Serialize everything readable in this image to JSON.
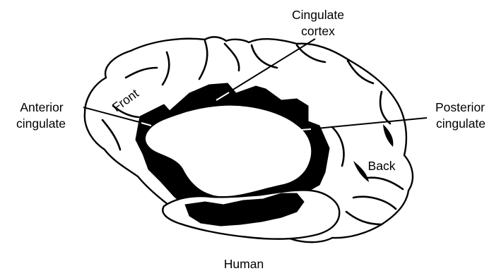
{
  "labels": {
    "cingulate_cortex_line1": "Cingulate",
    "cingulate_cortex_line2": "cortex",
    "anterior_line1": "Anterior",
    "anterior_line2": "cingulate",
    "posterior_line1": "Posterior",
    "posterior_line2": "cingulate",
    "front": "Front",
    "back": "Back",
    "caption": "Human"
  },
  "colors": {
    "ink": "#000000",
    "paper": "#ffffff"
  }
}
